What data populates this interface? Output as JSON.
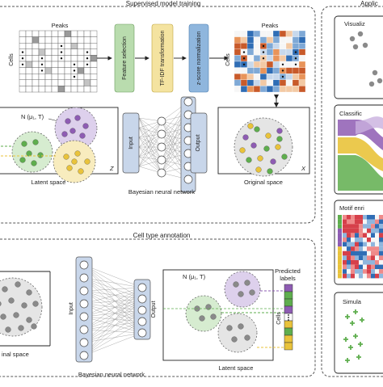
{
  "training": {
    "title": "Supervised model training",
    "peaks_label_left": "Peaks",
    "cells_label_left": "Cells",
    "step_feature": "Feature selection",
    "step_tfidf": "TF-IDF transformation",
    "step_zscore": "z-score normalization",
    "peaks_label_right": "Peaks",
    "cells_label_right": "Cells",
    "latent_formula": "N (μ₁, T)",
    "latent_space_label": "Latent space",
    "latent_corner": "Z",
    "nn_input": "Input",
    "nn_output": "Output",
    "nn_caption": "Bayesian neural network",
    "original_space_label": "Original space",
    "original_corner": "X"
  },
  "annotation": {
    "title": "Cell type annotation",
    "left_space_label": "inal space",
    "nn_input": "Input",
    "nn_output": "Output",
    "nn_caption": "Bayesian neural network",
    "latent_formula": "N (μ₁, T)",
    "latent_space_label": "Latent space",
    "predicted_labels": "Predicted labels",
    "cells_label": "Cells"
  },
  "applications": {
    "title": "Applic",
    "panels": [
      "Visualiz",
      "Classific",
      "Motif enri",
      "Simula"
    ]
  },
  "colors": {
    "purple": "#8e5cb3",
    "green": "#5fae4e",
    "yellow": "#e9c33b",
    "gray_point": "#8a8a8a",
    "input_layer": "#c8d6ea",
    "step_box_green": "#b9dcae",
    "step_box_yellow": "#f4e3a0",
    "step_box_blue": "#8fb6dd"
  }
}
